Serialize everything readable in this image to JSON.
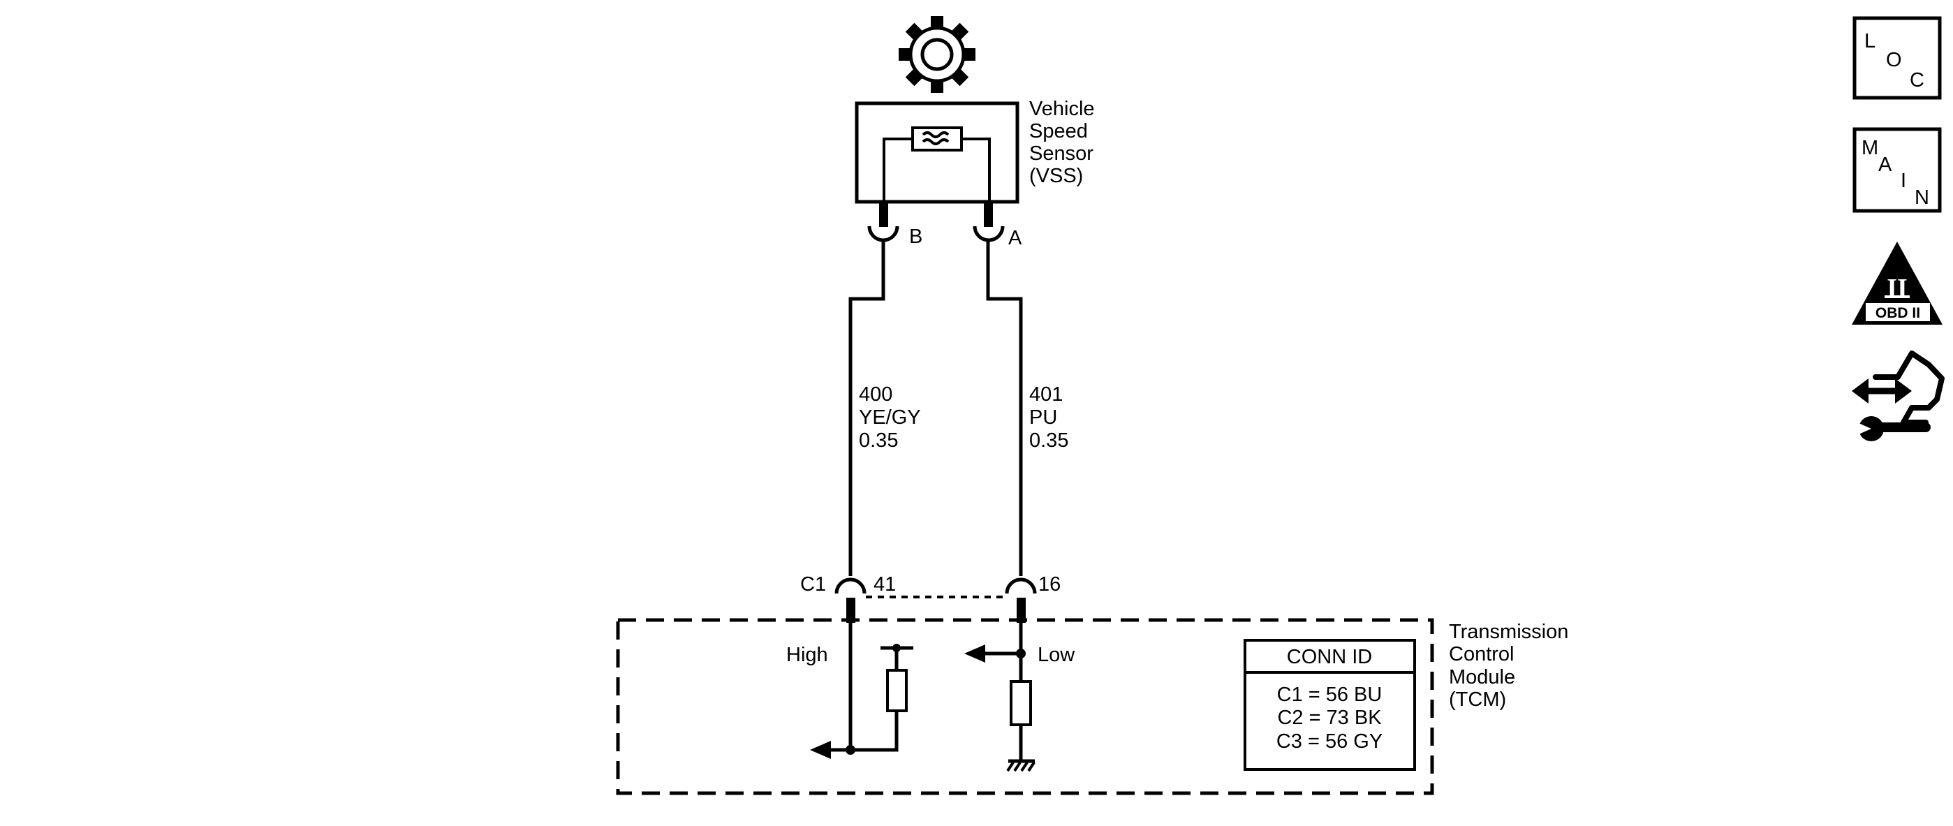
{
  "sensor": {
    "name_lines": [
      "Vehicle",
      "Speed",
      "Sensor",
      "(VSS)"
    ],
    "icon": "gear-icon",
    "pin_b": "B",
    "pin_a": "A"
  },
  "wires": {
    "left": {
      "circuit": "400",
      "color": "YE/GY",
      "gauge": "0.35"
    },
    "right": {
      "circuit": "401",
      "color": "PU",
      "gauge": "0.35"
    }
  },
  "connector": {
    "id": "C1",
    "pin_left": "41",
    "pin_right": "16"
  },
  "module": {
    "name_lines": [
      "Transmission",
      "Control",
      "Module",
      "(TCM)"
    ],
    "high_label": "High",
    "low_label": "Low"
  },
  "conn_id_table": {
    "title": "CONN ID",
    "rows": [
      "C1 = 56 BU",
      "C2 = 73 BK",
      "C3 = 56 GY"
    ]
  },
  "nav": {
    "loc": {
      "letters": [
        "L",
        "O",
        "C"
      ],
      "icon": "loc-icon"
    },
    "main": {
      "letters": [
        "M",
        "A",
        "I",
        "N"
      ],
      "icon": "main-icon"
    },
    "obd": {
      "numeral": "II",
      "label": "OBD II",
      "icon": "obd-ii-icon"
    },
    "connector_icon": "connector-wrench-icon"
  }
}
